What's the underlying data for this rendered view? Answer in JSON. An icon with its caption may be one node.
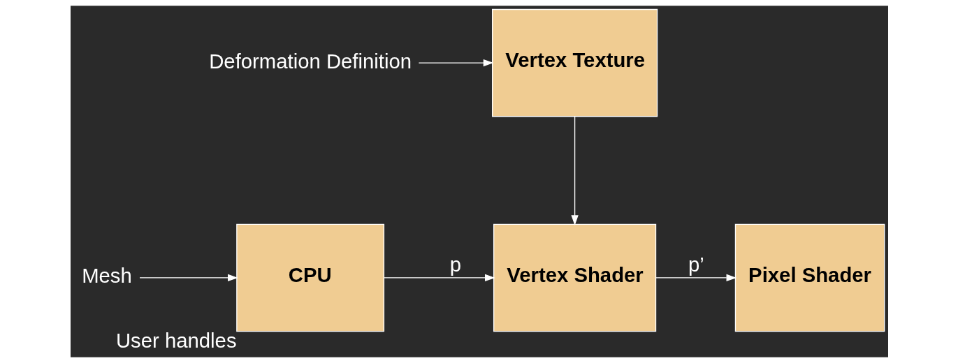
{
  "diagram": {
    "nodes": [
      {
        "text": [
          "Mesh"
        ]
      },
      {
        "text": [
          "CPU"
        ],
        "beside": [
          "User handles"
        ]
      },
      {
        "text": [
          "Vertex Shader"
        ]
      },
      {
        "text": [
          "Pixel Shader"
        ]
      },
      {
        "text": [
          "Vertex Texture"
        ]
      },
      {
        "text": [
          "Deformation Definition"
        ]
      }
    ],
    "edges": [
      {
        "from": 0,
        "to": 1,
        "arrow": "to"
      },
      {
        "from": 1,
        "to": 2,
        "arrow": "to",
        "label": "p"
      },
      {
        "from": 2,
        "to": 3,
        "arrow": "to",
        "label": "p’"
      },
      {
        "from": 4,
        "to": 2,
        "arrow": "to"
      },
      {
        "from": 5,
        "to": 4,
        "arrow": "to"
      }
    ]
  }
}
